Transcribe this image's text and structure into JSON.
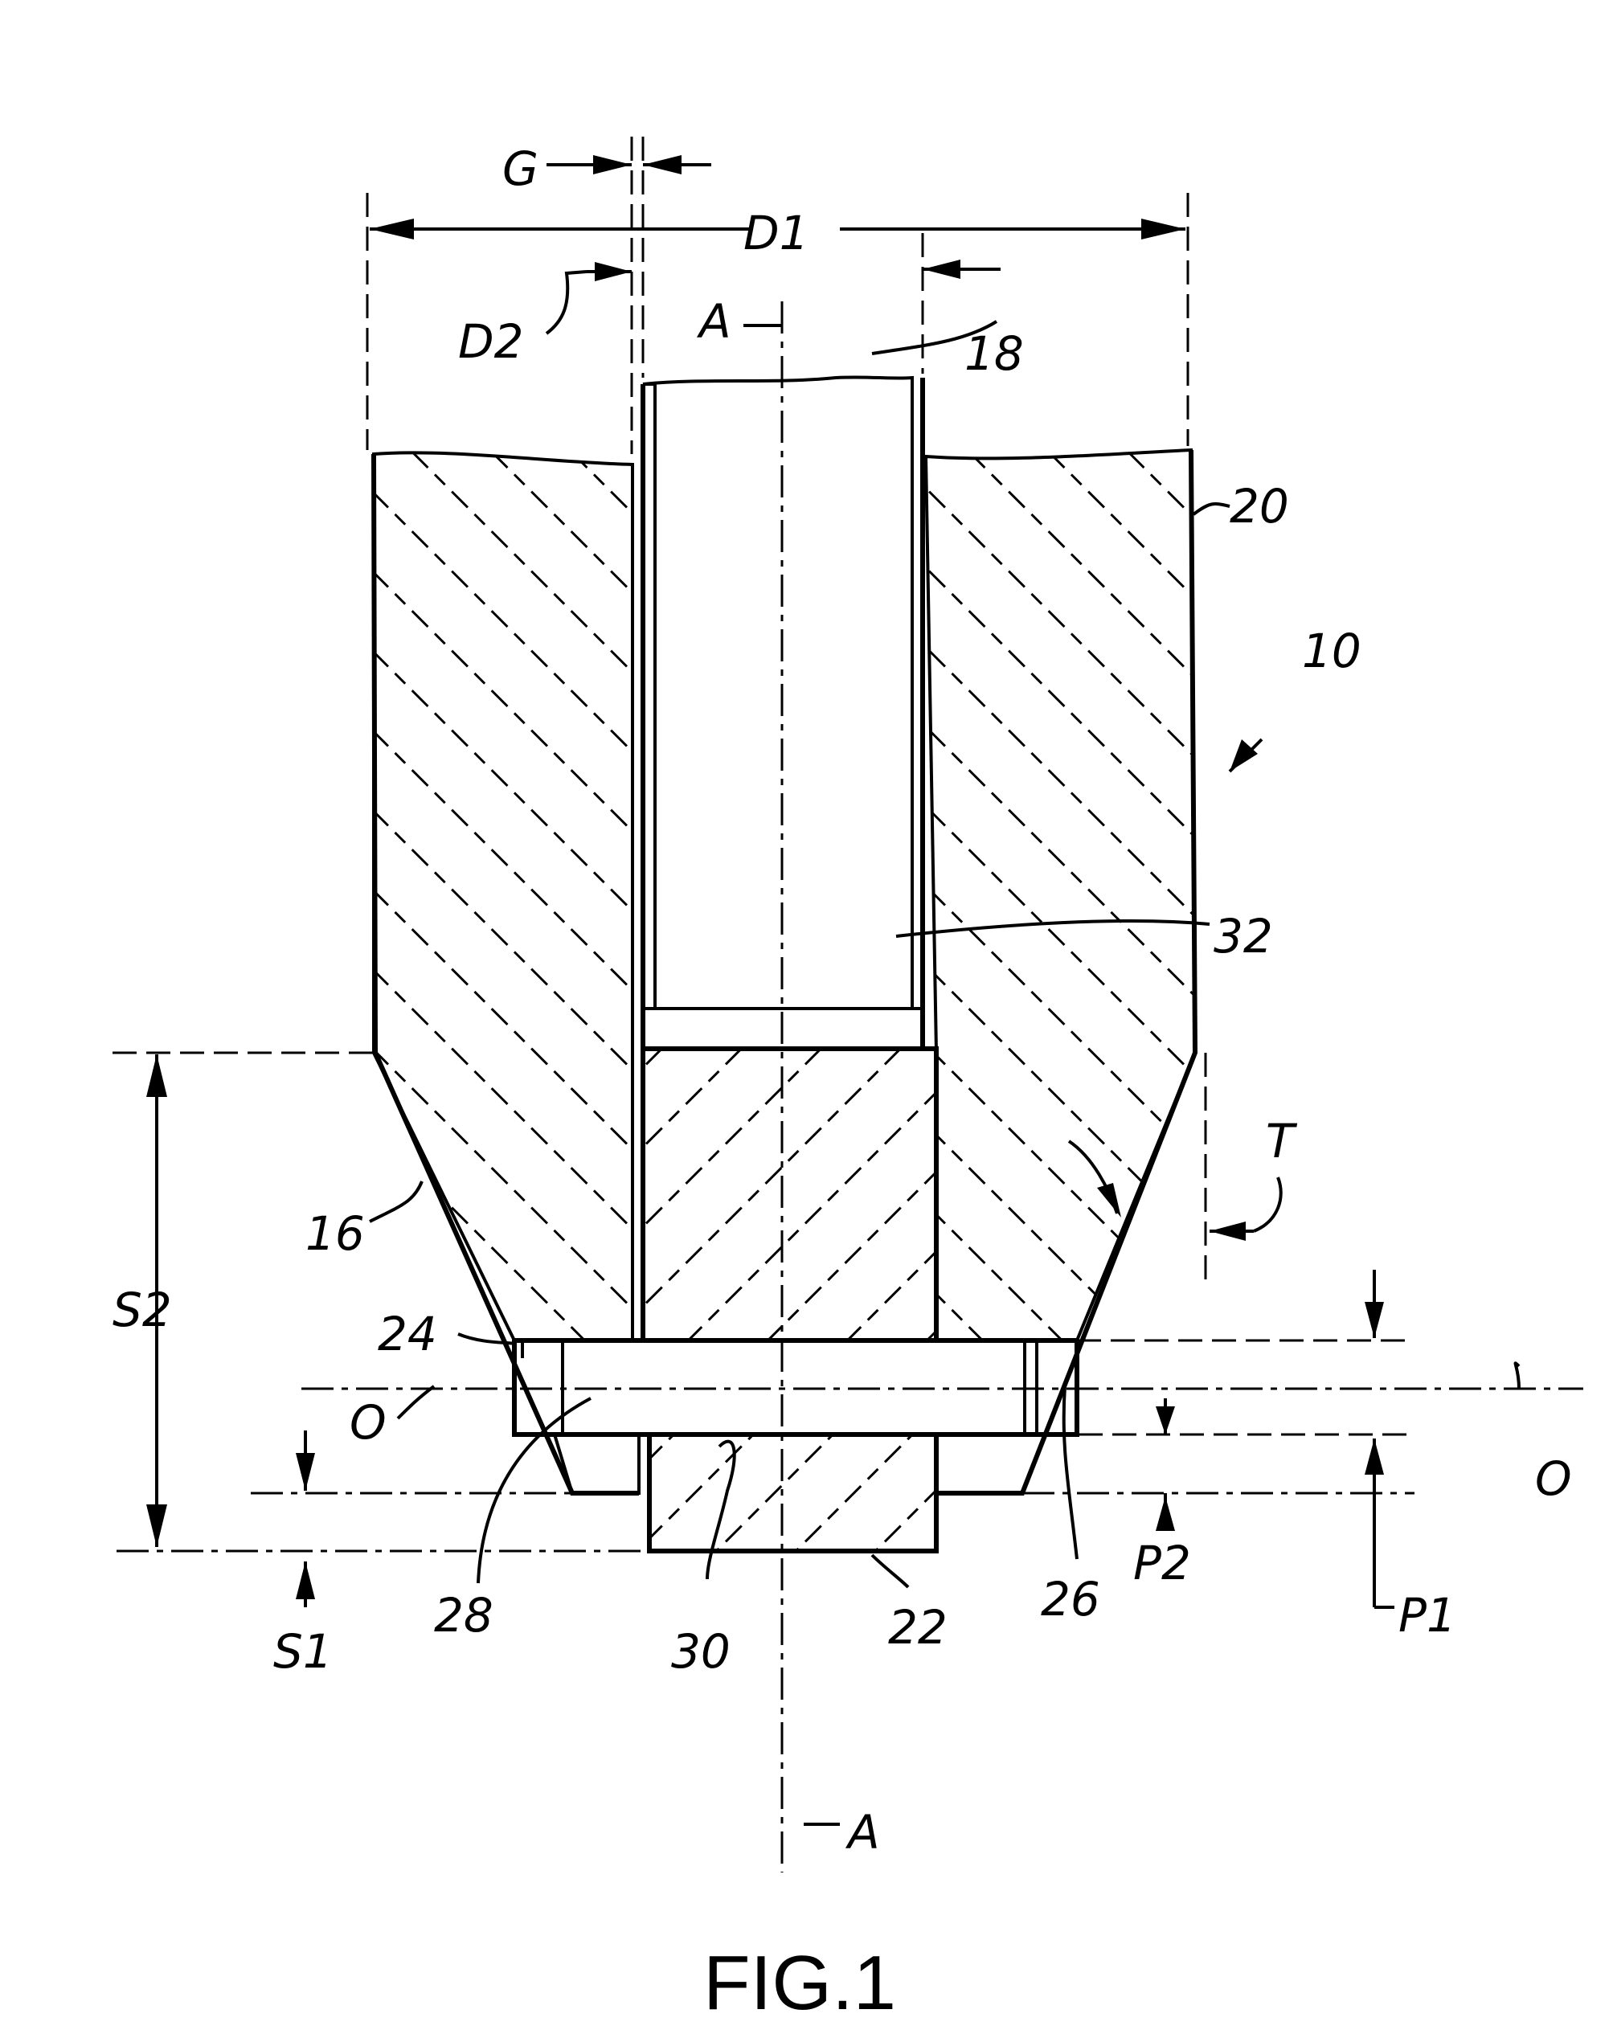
{
  "figure_caption": "FIG.1",
  "labels": {
    "G": "G",
    "D1": "D1",
    "D2": "D2",
    "A_top": "A",
    "A_bottom": "A",
    "n18": "18",
    "n20": "20",
    "n10": "10",
    "n32": "32",
    "T": "T",
    "n16": "16",
    "S2": "S2",
    "n24": "24",
    "O_left": "O",
    "O_right": "O",
    "n28": "28",
    "n30": "30",
    "n22": "22",
    "n26": "26",
    "P2": "P2",
    "P1": "P1",
    "S1": "S1"
  },
  "colors": {
    "ink": "#000000",
    "paper": "#ffffff"
  }
}
